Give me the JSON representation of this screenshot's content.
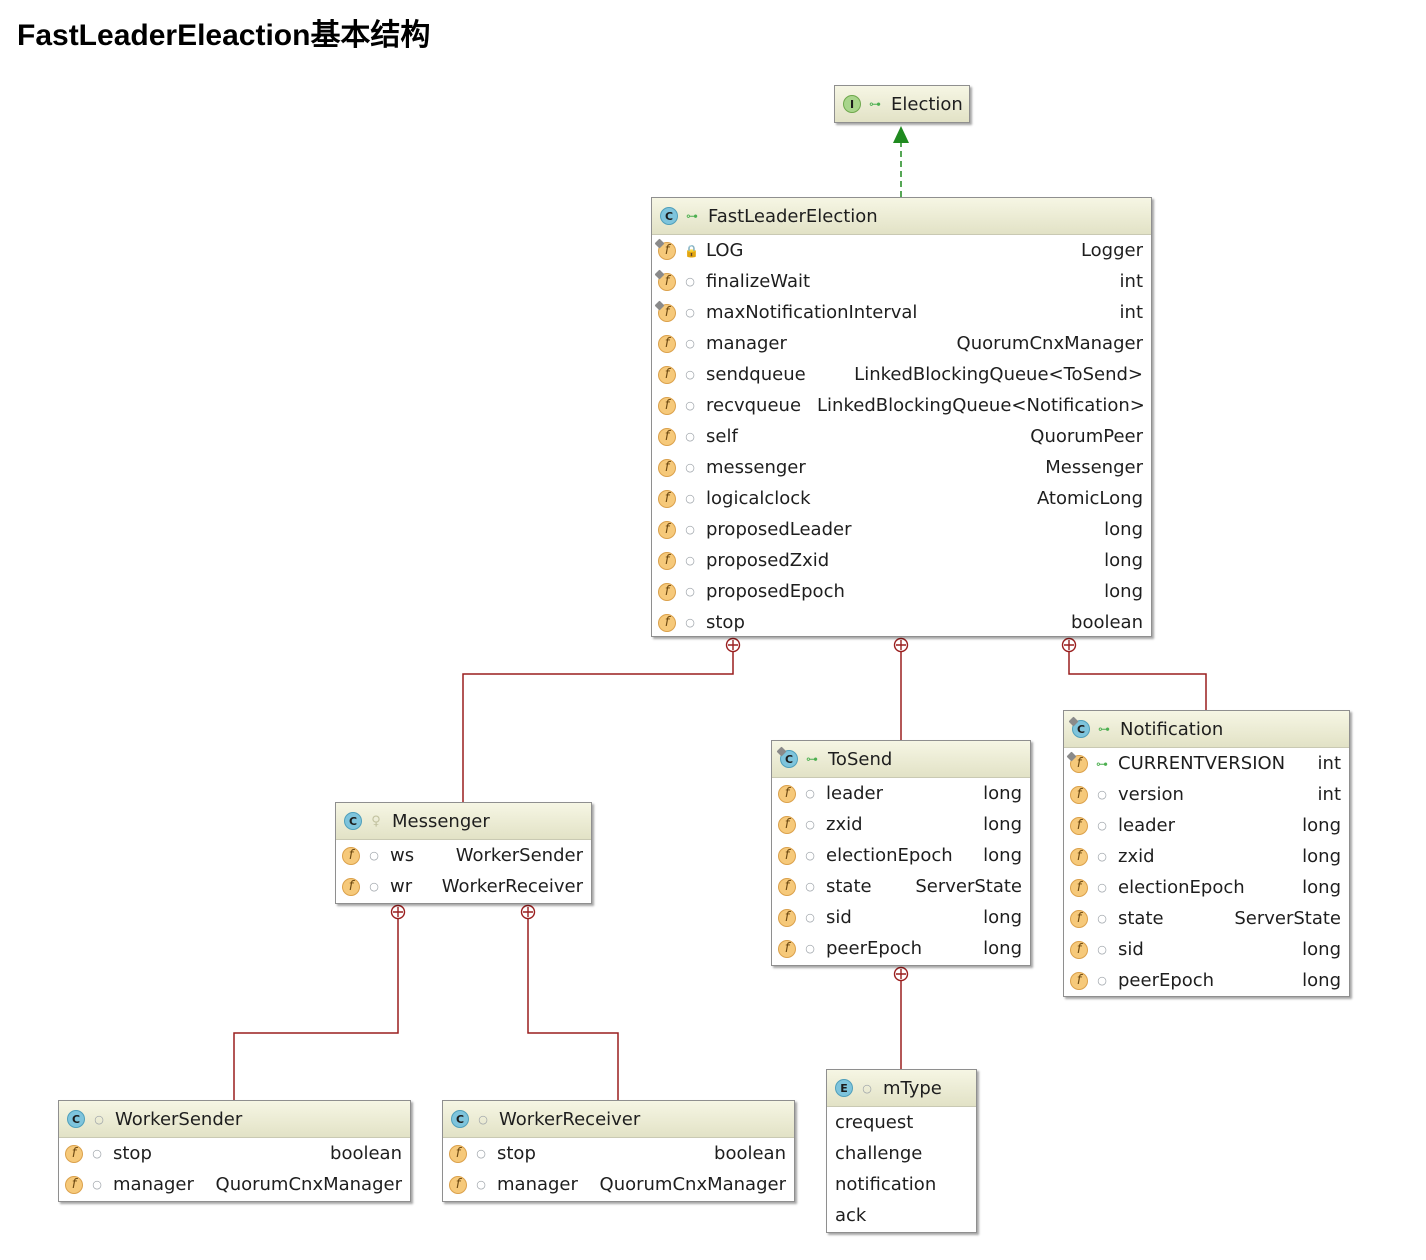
{
  "title": "FastLeaderEleaction基本结构",
  "colors": {
    "realization": "#1f8a1f",
    "nesting": "#9a1f1f",
    "header_bg": "#e9e9d0"
  },
  "boxes": {
    "election": {
      "kind": "I",
      "name": "Election"
    },
    "fle": {
      "kind": "C",
      "name": "FastLeaderElection",
      "fields": [
        {
          "name": "LOG",
          "type": "Logger"
        },
        {
          "name": "finalizeWait",
          "type": "int"
        },
        {
          "name": "maxNotificationInterval",
          "type": "int"
        },
        {
          "name": "manager",
          "type": "QuorumCnxManager"
        },
        {
          "name": "sendqueue",
          "type": "LinkedBlockingQueue<ToSend>"
        },
        {
          "name": "recvqueue",
          "type": "LinkedBlockingQueue<Notification>"
        },
        {
          "name": "self",
          "type": "QuorumPeer"
        },
        {
          "name": "messenger",
          "type": "Messenger"
        },
        {
          "name": "logicalclock",
          "type": "AtomicLong"
        },
        {
          "name": "proposedLeader",
          "type": "long"
        },
        {
          "name": "proposedZxid",
          "type": "long"
        },
        {
          "name": "proposedEpoch",
          "type": "long"
        },
        {
          "name": "stop",
          "type": "boolean"
        }
      ]
    },
    "messenger": {
      "kind": "C",
      "name": "Messenger",
      "fields": [
        {
          "name": "ws",
          "type": "WorkerSender"
        },
        {
          "name": "wr",
          "type": "WorkerReceiver"
        }
      ]
    },
    "tosend": {
      "kind": "C",
      "name": "ToSend",
      "fields": [
        {
          "name": "leader",
          "type": "long"
        },
        {
          "name": "zxid",
          "type": "long"
        },
        {
          "name": "electionEpoch",
          "type": "long"
        },
        {
          "name": "state",
          "type": "ServerState"
        },
        {
          "name": "sid",
          "type": "long"
        },
        {
          "name": "peerEpoch",
          "type": "long"
        }
      ]
    },
    "notification": {
      "kind": "C",
      "name": "Notification",
      "fields": [
        {
          "name": "CURRENTVERSION",
          "type": "int"
        },
        {
          "name": "version",
          "type": "int"
        },
        {
          "name": "leader",
          "type": "long"
        },
        {
          "name": "zxid",
          "type": "long"
        },
        {
          "name": "electionEpoch",
          "type": "long"
        },
        {
          "name": "state",
          "type": "ServerState"
        },
        {
          "name": "sid",
          "type": "long"
        },
        {
          "name": "peerEpoch",
          "type": "long"
        }
      ]
    },
    "workersender": {
      "kind": "C",
      "name": "WorkerSender",
      "fields": [
        {
          "name": "stop",
          "type": "boolean"
        },
        {
          "name": "manager",
          "type": "QuorumCnxManager"
        }
      ]
    },
    "workerreceiver": {
      "kind": "C",
      "name": "WorkerReceiver",
      "fields": [
        {
          "name": "stop",
          "type": "boolean"
        },
        {
          "name": "manager",
          "type": "QuorumCnxManager"
        }
      ]
    },
    "mtype": {
      "kind": "E",
      "name": "mType",
      "constants": [
        "crequest",
        "challenge",
        "notification",
        "ack"
      ]
    }
  }
}
